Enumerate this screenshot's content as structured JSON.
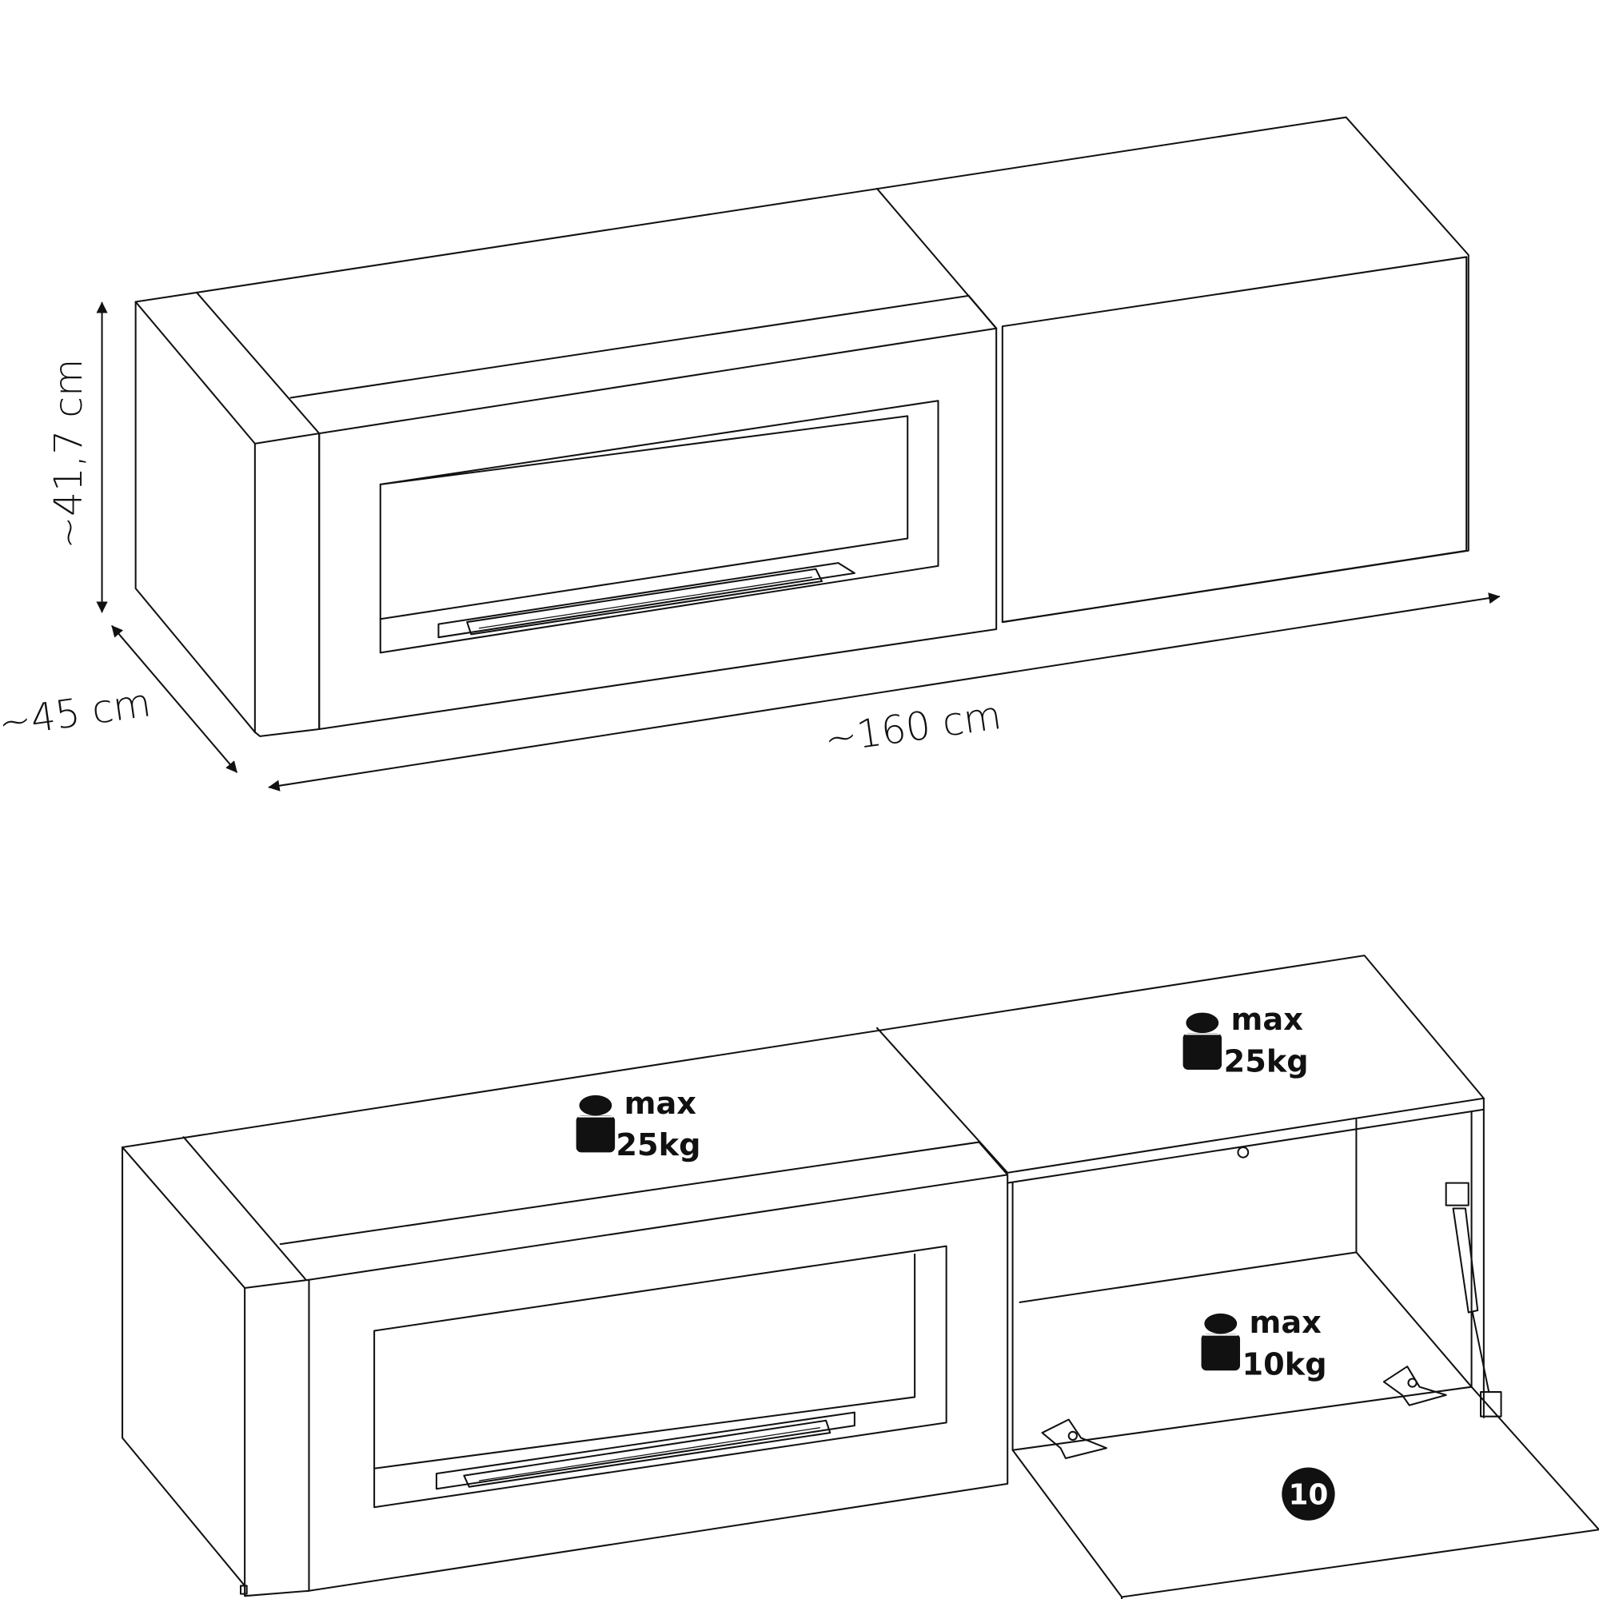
{
  "dimensions": {
    "height": "~41,7 cm",
    "depth": "~45 cm",
    "width": "~160 cm"
  },
  "load_limits": {
    "top_left": {
      "line1": "max",
      "line2": "25kg"
    },
    "top_right": {
      "line1": "max",
      "line2": "25kg"
    },
    "shelf": {
      "line1": "max",
      "line2": "10kg"
    }
  },
  "part_badge": "10",
  "colors": {
    "line": "#111111",
    "background": "#ffffff"
  }
}
